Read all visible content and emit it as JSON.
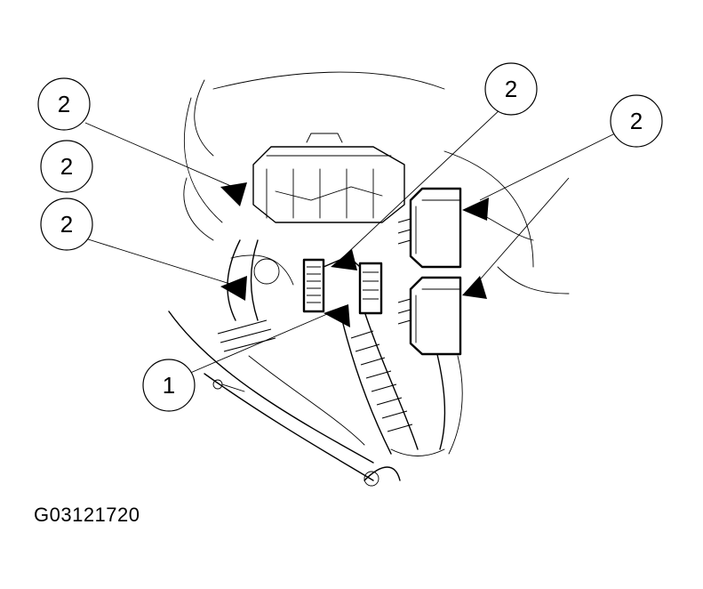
{
  "figure": {
    "code": "G03121720",
    "callouts": [
      {
        "id": "c1",
        "label": "2"
      },
      {
        "id": "c2",
        "label": "2"
      },
      {
        "id": "c3",
        "label": "2"
      },
      {
        "id": "c4",
        "label": "2"
      },
      {
        "id": "c5",
        "label": "2"
      },
      {
        "id": "c6",
        "label": "1"
      }
    ]
  }
}
